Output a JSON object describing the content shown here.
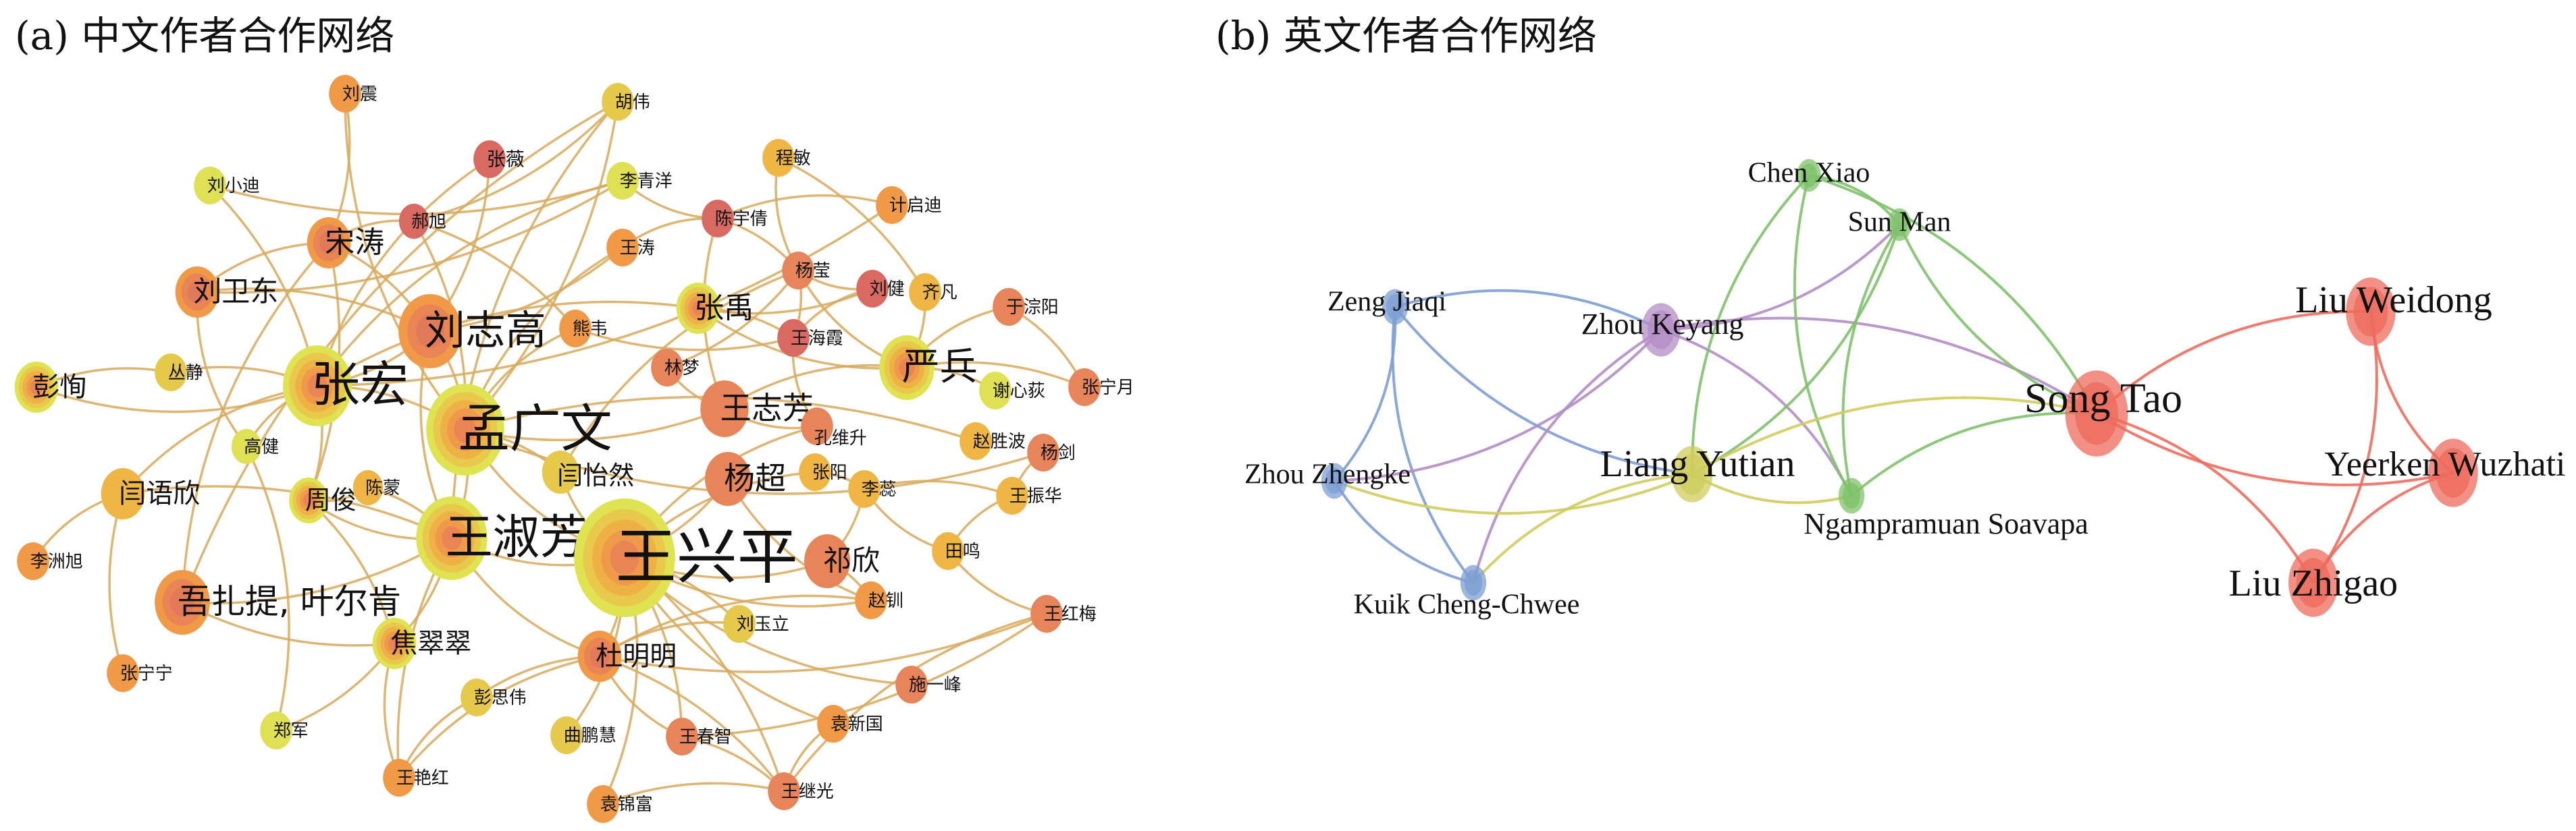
{
  "panel_a": {
    "title": "(a) 中文作者合作网络",
    "nodes": [
      "刘震",
      "胡伟",
      "张薇",
      "李青洋",
      "刘小迪",
      "程敏",
      "计启迪",
      "陈宇倩",
      "郝旭",
      "宋涛",
      "王涛",
      "杨莹",
      "刘健",
      "齐凡",
      "刘卫东",
      "于淙阳",
      "张禹",
      "刘志高",
      "熊韦",
      "王海霞",
      "严兵",
      "林梦",
      "彭恂",
      "丛静",
      "张宏",
      "谢心荻",
      "张宁月",
      "王志芳",
      "孔维升",
      "孟广文",
      "赵胜波",
      "杨剑",
      "闫怡然",
      "高健",
      "张阳",
      "杨超",
      "李蕊",
      "王振华",
      "闫语欣",
      "周俊",
      "陈蒙",
      "王淑芳",
      "王兴平",
      "田鸣",
      "祁欣",
      "李洲旭",
      "吾扎提, 叶尔肯",
      "赵钏",
      "王红梅",
      "刘玉立",
      "焦翠翠",
      "杜明明",
      "张宁宁",
      "施一峰",
      "彭思伟",
      "郑军",
      "曲鹏慧",
      "王春智",
      "袁新国",
      "王艳红",
      "王继光",
      "袁锦富"
    ],
    "edges": [
      [
        "刘震",
        "宋涛"
      ],
      [
        "刘震",
        "孟广文"
      ],
      [
        "胡伟",
        "郝旭"
      ],
      [
        "胡伟",
        "王淑芳"
      ],
      [
        "胡伟",
        "孟广文"
      ],
      [
        "胡伟",
        "吾扎提, 叶尔肯"
      ],
      [
        "张薇",
        "刘志高"
      ],
      [
        "张薇",
        "张宏"
      ],
      [
        "李青洋",
        "刘小迪"
      ],
      [
        "李青洋",
        "陈宇倩"
      ],
      [
        "李青洋",
        "刘卫东"
      ],
      [
        "李青洋",
        "张宏"
      ],
      [
        "刘小迪",
        "张宏"
      ],
      [
        "程敏",
        "杨莹"
      ],
      [
        "程敏",
        "齐凡"
      ],
      [
        "计启迪",
        "陈宇倩"
      ],
      [
        "计启迪",
        "张宏"
      ],
      [
        "陈宇倩",
        "王涛"
      ],
      [
        "陈宇倩",
        "杨莹"
      ],
      [
        "陈宇倩",
        "王志芳"
      ],
      [
        "郝旭",
        "熊韦"
      ],
      [
        "郝旭",
        "宋涛"
      ],
      [
        "郝旭",
        "孟广文"
      ],
      [
        "宋涛",
        "刘卫东"
      ],
      [
        "宋涛",
        "刘志高"
      ],
      [
        "宋涛",
        "吾扎提, 叶尔肯"
      ],
      [
        "宋涛",
        "周俊"
      ],
      [
        "王涛",
        "孟广文"
      ],
      [
        "王涛",
        "刘志高"
      ],
      [
        "杨莹",
        "刘健"
      ],
      [
        "杨莹",
        "王海霞"
      ],
      [
        "杨莹",
        "严兵"
      ],
      [
        "杨莹",
        "林梦"
      ],
      [
        "杨莹",
        "闫怡然"
      ],
      [
        "刘健",
        "张禹"
      ],
      [
        "刘健",
        "王海霞"
      ],
      [
        "齐凡",
        "严兵"
      ],
      [
        "于淙阳",
        "严兵"
      ],
      [
        "于淙阳",
        "张宁月"
      ],
      [
        "张禹",
        "张宏"
      ],
      [
        "张禹",
        "王海霞"
      ],
      [
        "张禹",
        "严兵"
      ],
      [
        "刘卫东",
        "刘志高"
      ],
      [
        "刘卫东",
        "高健"
      ],
      [
        "刘志高",
        "张宏"
      ],
      [
        "刘志高",
        "王淑芳"
      ],
      [
        "刘志高",
        "孟广文"
      ],
      [
        "熊韦",
        "孟广文"
      ],
      [
        "王海霞",
        "熊韦"
      ],
      [
        "王海霞",
        "孔维升"
      ],
      [
        "严兵",
        "谢心荻"
      ],
      [
        "严兵",
        "王志芳"
      ],
      [
        "严兵",
        "张宁月"
      ],
      [
        "林梦",
        "王志芳"
      ],
      [
        "彭恂",
        "丛静"
      ],
      [
        "彭恂",
        "张宏"
      ],
      [
        "丛静",
        "张宏"
      ],
      [
        "张宏",
        "闫语欣"
      ],
      [
        "张宏",
        "周俊"
      ],
      [
        "张宏",
        "高健"
      ],
      [
        "张宏",
        "孟广文"
      ],
      [
        "王志芳",
        "孔维升"
      ],
      [
        "王志芳",
        "孟广文"
      ],
      [
        "孔维升",
        "王兴平"
      ],
      [
        "孟广文",
        "王淑芳"
      ],
      [
        "孟广文",
        "王兴平"
      ],
      [
        "孟广文",
        "闫怡然"
      ],
      [
        "孟广文",
        "杨剑"
      ],
      [
        "孟广文",
        "赵胜波"
      ],
      [
        "闫怡然",
        "王兴平"
      ],
      [
        "张阳",
        "李蕊"
      ],
      [
        "张阳",
        "王兴平"
      ],
      [
        "杨超",
        "王兴平"
      ],
      [
        "杨超",
        "赵钏"
      ],
      [
        "李蕊",
        "王振华"
      ],
      [
        "李蕊",
        "田鸣"
      ],
      [
        "李蕊",
        "祁欣"
      ],
      [
        "王振华",
        "田鸣"
      ],
      [
        "王振华",
        "杨剑"
      ],
      [
        "闫语欣",
        "李洲旭"
      ],
      [
        "闫语欣",
        "王淑芳"
      ],
      [
        "周俊",
        "陈蒙"
      ],
      [
        "周俊",
        "焦翠翠"
      ],
      [
        "周俊",
        "王淑芳"
      ],
      [
        "陈蒙",
        "王淑芳"
      ],
      [
        "王淑芳",
        "王兴平"
      ],
      [
        "王淑芳",
        "焦翠翠"
      ],
      [
        "王淑芳",
        "杜明明"
      ],
      [
        "王淑芳",
        "吾扎提, 叶尔肯"
      ],
      [
        "王兴平",
        "祁欣"
      ],
      [
        "王兴平",
        "杜明明"
      ],
      [
        "王兴平",
        "赵钏"
      ],
      [
        "王兴平",
        "刘玉立"
      ],
      [
        "王兴平",
        "施一峰"
      ],
      [
        "王兴平",
        "王继光"
      ],
      [
        "王兴平",
        "袁新国"
      ],
      [
        "王兴平",
        "王春智"
      ],
      [
        "田鸣",
        "王红梅"
      ],
      [
        "祁欣",
        "赵钏"
      ],
      [
        "赵钏",
        "杜明明"
      ],
      [
        "王红梅",
        "杜明明"
      ],
      [
        "王红梅",
        "王继光"
      ],
      [
        "王红梅",
        "王春智"
      ],
      [
        "刘玉立",
        "杜明明"
      ],
      [
        "焦翠翠",
        "郑军"
      ],
      [
        "焦翠翠",
        "王艳红"
      ],
      [
        "焦翠翠",
        "吾扎提, 叶尔肯"
      ],
      [
        "杜明明",
        "王艳红"
      ],
      [
        "杜明明",
        "王继光"
      ],
      [
        "杜明明",
        "王春智"
      ],
      [
        "张宁宁",
        "闫语欣"
      ],
      [
        "彭思伟",
        "王艳红"
      ],
      [
        "彭思伟",
        "杜明明"
      ],
      [
        "郑军",
        "高健"
      ],
      [
        "王春智",
        "王继光"
      ],
      [
        "袁新国",
        "王继光"
      ],
      [
        "袁锦富",
        "王继光"
      ],
      [
        "袁锦富",
        "王兴平"
      ],
      [
        "王艳红",
        "王淑芳"
      ],
      [
        "曲鹏慧",
        "王兴平"
      ]
    ],
    "edge_color": "#d8a95a"
  },
  "panel_b": {
    "title": "(b) 英文作者合作网络",
    "nodes": [
      "Chen Xiao",
      "Sun Man",
      "Zeng Jiaqi",
      "Zhou Keyang",
      "Liu Weidong",
      "Song Tao",
      "Zhou Zhengke",
      "Liang Yutian",
      "Ngampramuan Soavapa",
      "Yeerken Wuzhati",
      "Kuik Cheng-Chwee",
      "Liu Zhigao"
    ],
    "edges": [
      [
        "Zeng Jiaqi",
        "Zhou Keyang"
      ],
      [
        "Zeng Jiaqi",
        "Liang Yutian"
      ],
      [
        "Zeng Jiaqi",
        "Zhou Zhengke"
      ],
      [
        "Zeng Jiaqi",
        "Kuik Cheng-Chwee"
      ],
      [
        "Zhou Keyang",
        "Zhou Zhengke"
      ],
      [
        "Zhou Keyang",
        "Sun Man"
      ],
      [
        "Zhou Keyang",
        "Song Tao"
      ],
      [
        "Zhou Keyang",
        "Kuik Cheng-Chwee"
      ],
      [
        "Zhou Keyang",
        "Ngampramuan Soavapa"
      ],
      [
        "Chen Xiao",
        "Liang Yutian"
      ],
      [
        "Chen Xiao",
        "Sun Man"
      ],
      [
        "Chen Xiao",
        "Ngampramuan Soavapa"
      ],
      [
        "Chen Xiao",
        "Song Tao"
      ],
      [
        "Sun Man",
        "Song Tao"
      ],
      [
        "Sun Man",
        "Liang Yutian"
      ],
      [
        "Sun Man",
        "Ngampramuan Soavapa"
      ],
      [
        "Liang Yutian",
        "Song Tao"
      ],
      [
        "Liang Yutian",
        "Ngampramuan Soavapa"
      ],
      [
        "Liang Yutian",
        "Zhou Zhengke"
      ],
      [
        "Liang Yutian",
        "Kuik Cheng-Chwee"
      ],
      [
        "Ngampramuan Soavapa",
        "Song Tao"
      ],
      [
        "Zhou Zhengke",
        "Kuik Cheng-Chwee"
      ],
      [
        "Song Tao",
        "Liu Weidong"
      ],
      [
        "Song Tao",
        "Yeerken Wuzhati"
      ],
      [
        "Song Tao",
        "Liu Zhigao"
      ],
      [
        "Liu Weidong",
        "Yeerken Wuzhati"
      ],
      [
        "Liu Weidong",
        "Liu Zhigao"
      ],
      [
        "Yeerken Wuzhati",
        "Liu Zhigao"
      ]
    ],
    "cluster_colors": {
      "blue": "#7d9fd3",
      "purple": "#b48dc6",
      "green": "#7fc26a",
      "olive": "#d0cc5c",
      "red": "#ee6b5c"
    }
  }
}
